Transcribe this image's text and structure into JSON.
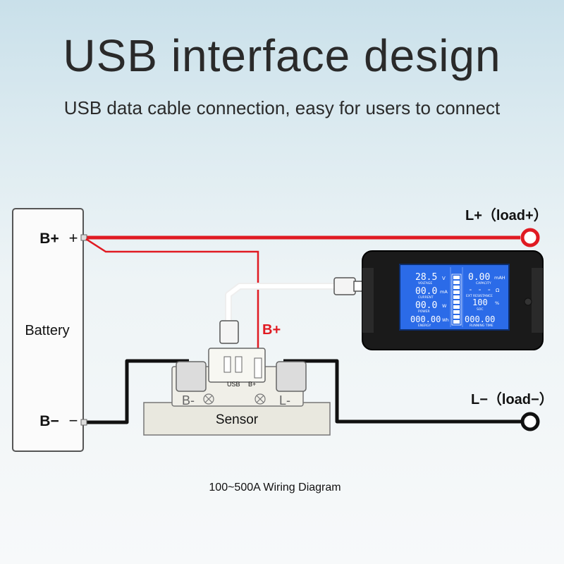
{
  "header": {
    "title": "USB interface design",
    "subtitle": "USB data cable connection, easy for users to connect"
  },
  "diagram": {
    "battery_label": "Battery",
    "bplus_label": "B+",
    "plus_sign": "+",
    "bminus_label": "B−",
    "minus_sign": "−",
    "sensor_label": "Sensor",
    "sensor_bplus_label": "B+",
    "load_plus_label": "L+（load+）",
    "load_minus_label": "L−（load−）",
    "sensor_plate": {
      "usb": "USB",
      "bplus": "B+",
      "bminus": "B-",
      "lminus": "L-"
    },
    "caption": "100~500A Wiring Diagram",
    "colors": {
      "positive_wire": "#e01a22",
      "negative_wire": "#111111",
      "lcd": "#2b6be8"
    }
  },
  "meter": {
    "voltage_value": "28.5",
    "voltage_unit": "V",
    "voltage_label": "VOLTAGE",
    "current_value": "00.0",
    "current_unit": "mA",
    "current_label": "CURRENT",
    "power_value": "00.0",
    "power_unit": "W",
    "power_label": "POWER",
    "energy_value": "000.00",
    "energy_unit": "Wh",
    "energy_label": "ENERGY",
    "capacity_value": "0.00",
    "capacity_unit": "mAH",
    "capacity_label": "CAPACITY",
    "resistance_value": "- - -",
    "resistance_unit": "Ω",
    "resistance_label": "EXT RESISTANCE",
    "soc_value": "100",
    "soc_unit": "%",
    "soc_label": "SOC",
    "time_value": "000.00",
    "time_label": "RUNNING TIME",
    "battery_level": 1.0
  }
}
